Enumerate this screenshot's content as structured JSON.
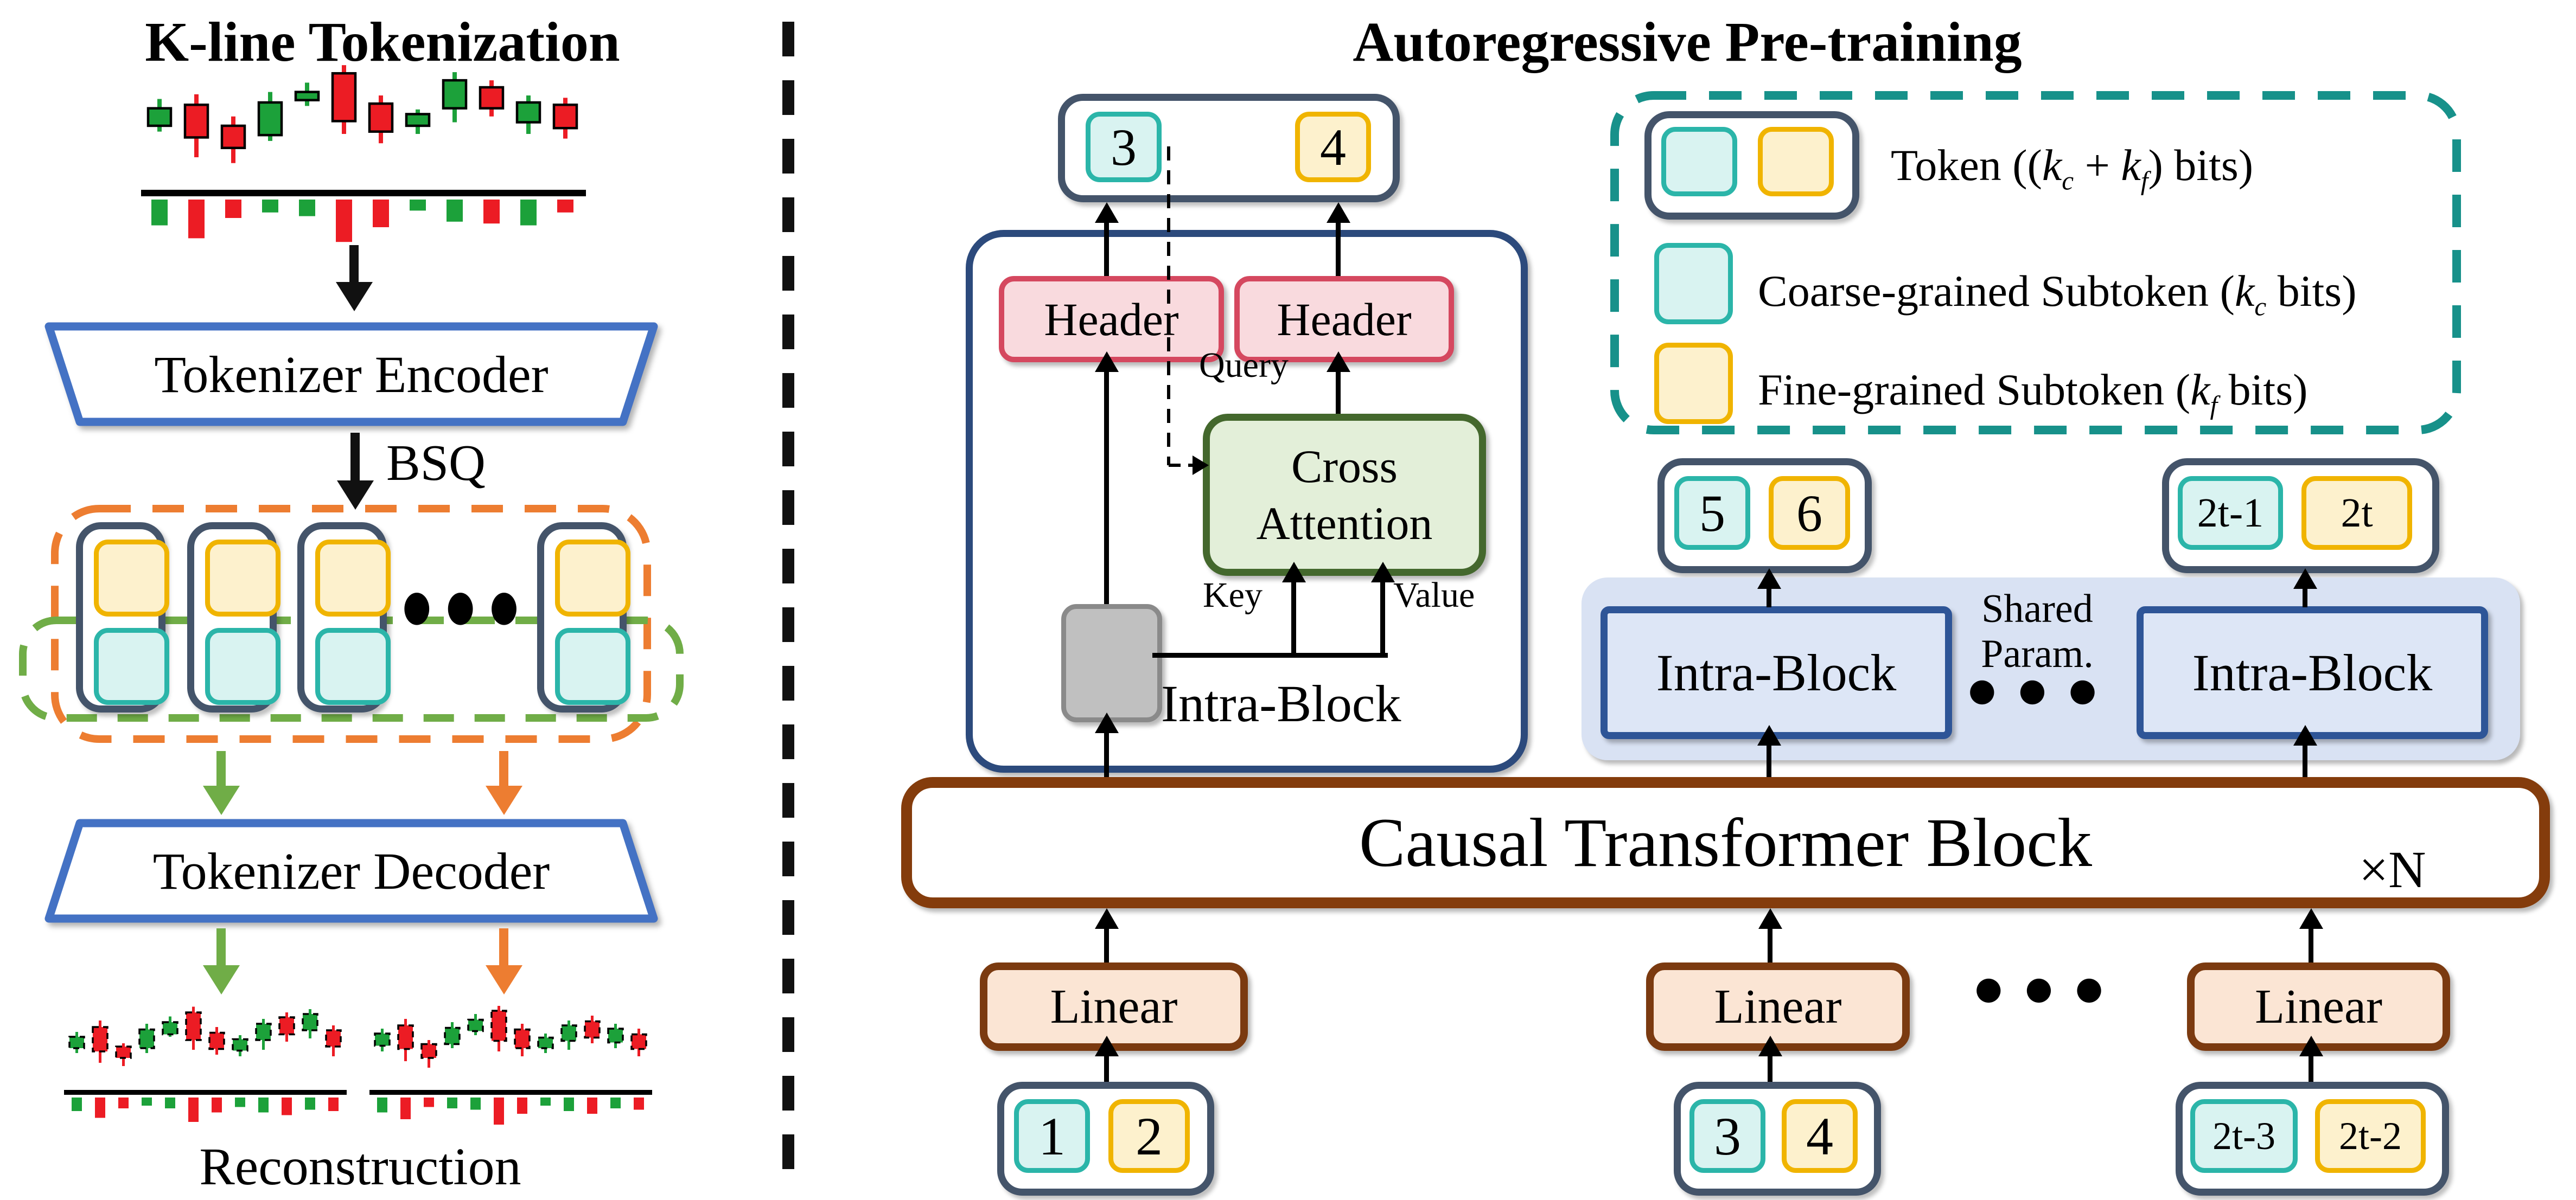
{
  "left": {
    "title": "K-line Tokenization",
    "encoder": "Tokenizer Encoder",
    "bsq": "BSQ",
    "decoder": "Tokenizer Decoder",
    "reconstruction": "Reconstruction",
    "ellipsis": "●●●"
  },
  "right": {
    "title": "Autoregressive Pre-training",
    "header_left": "Header",
    "header_right": "Header",
    "cross_attention_line1": "Cross",
    "cross_attention_line2": "Attention",
    "query": "Query",
    "key": "Key",
    "value": "Value",
    "intra_block_detail": "Intra-Block",
    "intra_block_left": "Intra-Block",
    "intra_block_right": "Intra-Block",
    "shared_line1": "Shared",
    "shared_line2": "Param.",
    "shared_ellipsis": "●●●",
    "causal_block": "Causal Transformer Block",
    "repeat": "×N",
    "linear": [
      "Linear",
      "Linear",
      "Linear"
    ],
    "bottom_ellipsis": "●●●",
    "tokens": {
      "output_top": [
        "3",
        "4"
      ],
      "mid_left": [
        "5",
        "6"
      ],
      "mid_right": [
        "2t-1",
        "2t"
      ],
      "input_1": [
        "1",
        "2"
      ],
      "input_2": [
        "3",
        "4"
      ],
      "input_3": [
        "2t-3",
        "2t-2"
      ]
    },
    "legend": {
      "items": [
        {
          "pre": "Token ((",
          "k1": "k",
          "s1": "c",
          "mid": " + ",
          "k2": "k",
          "s2": "f",
          "post": ") bits)"
        },
        {
          "pre": "Coarse-grained Subtoken (",
          "k1": "k",
          "s1": "c",
          "post": " bits)"
        },
        {
          "pre": "Fine-grained Subtoken (",
          "k1": "k",
          "s1": "f",
          "post": " bits)"
        }
      ]
    }
  },
  "colors": {
    "coarse_border": "#2bb5a9",
    "coarse_fill": "#d9f3f1",
    "fine_border": "#f0b400",
    "fine_fill": "#fdf1cd",
    "token_border": "#44546a",
    "header_border": "#d5485f",
    "header_fill": "#f9dade",
    "attention_border": "#44682d",
    "attention_fill": "#e3efd9",
    "gray_fill": "#c0c0c0",
    "gray_border": "#8a8a8a",
    "intra_border": "#2e5597",
    "intra_fill": "#dde6f6",
    "band_fill": "#d9e2f3",
    "causal_border": "#843c0c",
    "linear_fill": "#fbe5d4",
    "blue": "#4472c4",
    "orange": "#ed7d31",
    "green": "#70ad47",
    "legend_teal": "#17918a",
    "candle_up": "#1ca13a",
    "candle_down": "#ec1c24"
  },
  "illustrations": {
    "kline": [
      {
        "g": 1,
        "w": [
          30,
          58
        ],
        "b": [
          38,
          53
        ],
        "v": 28
      },
      {
        "g": 0,
        "w": [
          26,
          80
        ],
        "b": [
          35,
          63
        ],
        "v": 42
      },
      {
        "g": 0,
        "w": [
          45,
          85
        ],
        "b": [
          53,
          72
        ],
        "v": 20
      },
      {
        "g": 1,
        "w": [
          24,
          66
        ],
        "b": [
          33,
          61
        ],
        "v": 14
      },
      {
        "g": 1,
        "w": [
          16,
          36
        ],
        "b": [
          24,
          31
        ],
        "v": 18
      },
      {
        "g": 0,
        "w": [
          1,
          60
        ],
        "b": [
          8,
          49
        ],
        "v": 46
      },
      {
        "g": 0,
        "w": [
          27,
          68
        ],
        "b": [
          34,
          58
        ],
        "v": 30
      },
      {
        "g": 1,
        "w": [
          39,
          60
        ],
        "b": [
          43,
          53
        ],
        "v": 12
      },
      {
        "g": 1,
        "w": [
          7,
          50
        ],
        "b": [
          14,
          38
        ],
        "v": 24
      },
      {
        "g": 0,
        "w": [
          14,
          45
        ],
        "b": [
          20,
          38
        ],
        "v": 26
      },
      {
        "g": 1,
        "w": [
          27,
          60
        ],
        "b": [
          33,
          50
        ],
        "v": 28
      },
      {
        "g": 0,
        "w": [
          29,
          64
        ],
        "b": [
          35,
          55
        ],
        "v": 14
      }
    ],
    "recon_left": [
      {
        "g": 1,
        "w": [
          34,
          60
        ],
        "b": [
          40,
          54
        ],
        "v": 20
      },
      {
        "g": 0,
        "w": [
          20,
          72
        ],
        "b": [
          28,
          58
        ],
        "v": 30
      },
      {
        "g": 0,
        "w": [
          48,
          76
        ],
        "b": [
          52,
          66
        ],
        "v": 16
      },
      {
        "g": 1,
        "w": [
          24,
          60
        ],
        "b": [
          31,
          54
        ],
        "v": 12
      },
      {
        "g": 1,
        "w": [
          15,
          40
        ],
        "b": [
          22,
          37
        ],
        "v": 16
      },
      {
        "g": 0,
        "w": [
          3,
          56
        ],
        "b": [
          10,
          44
        ],
        "v": 36
      },
      {
        "g": 0,
        "w": [
          28,
          62
        ],
        "b": [
          35,
          55
        ],
        "v": 22
      },
      {
        "g": 1,
        "w": [
          38,
          64
        ],
        "b": [
          43,
          57
        ],
        "v": 14
      },
      {
        "g": 1,
        "w": [
          18,
          56
        ],
        "b": [
          24,
          44
        ],
        "v": 22
      },
      {
        "g": 0,
        "w": [
          10,
          46
        ],
        "b": [
          16,
          37
        ],
        "v": 26
      },
      {
        "g": 1,
        "w": [
          6,
          42
        ],
        "b": [
          12,
          32
        ],
        "v": 18
      },
      {
        "g": 0,
        "w": [
          26,
          64
        ],
        "b": [
          32,
          52
        ],
        "v": 20
      }
    ],
    "recon_right": [
      {
        "g": 1,
        "w": [
          30,
          58
        ],
        "b": [
          36,
          51
        ],
        "v": 22
      },
      {
        "g": 0,
        "w": [
          18,
          70
        ],
        "b": [
          26,
          55
        ],
        "v": 32
      },
      {
        "g": 0,
        "w": [
          44,
          78
        ],
        "b": [
          49,
          66
        ],
        "v": 14
      },
      {
        "g": 1,
        "w": [
          22,
          54
        ],
        "b": [
          29,
          49
        ],
        "v": 16
      },
      {
        "g": 1,
        "w": [
          12,
          38
        ],
        "b": [
          19,
          33
        ],
        "v": 18
      },
      {
        "g": 0,
        "w": [
          2,
          58
        ],
        "b": [
          8,
          45
        ],
        "v": 40
      },
      {
        "g": 0,
        "w": [
          24,
          64
        ],
        "b": [
          31,
          54
        ],
        "v": 24
      },
      {
        "g": 1,
        "w": [
          36,
          60
        ],
        "b": [
          41,
          54
        ],
        "v": 12
      },
      {
        "g": 1,
        "w": [
          20,
          56
        ],
        "b": [
          26,
          45
        ],
        "v": 20
      },
      {
        "g": 0,
        "w": [
          14,
          48
        ],
        "b": [
          21,
          41
        ],
        "v": 24
      },
      {
        "g": 1,
        "w": [
          24,
          54
        ],
        "b": [
          30,
          47
        ],
        "v": 16
      },
      {
        "g": 0,
        "w": [
          30,
          64
        ],
        "b": [
          37,
          55
        ],
        "v": 18
      }
    ]
  }
}
